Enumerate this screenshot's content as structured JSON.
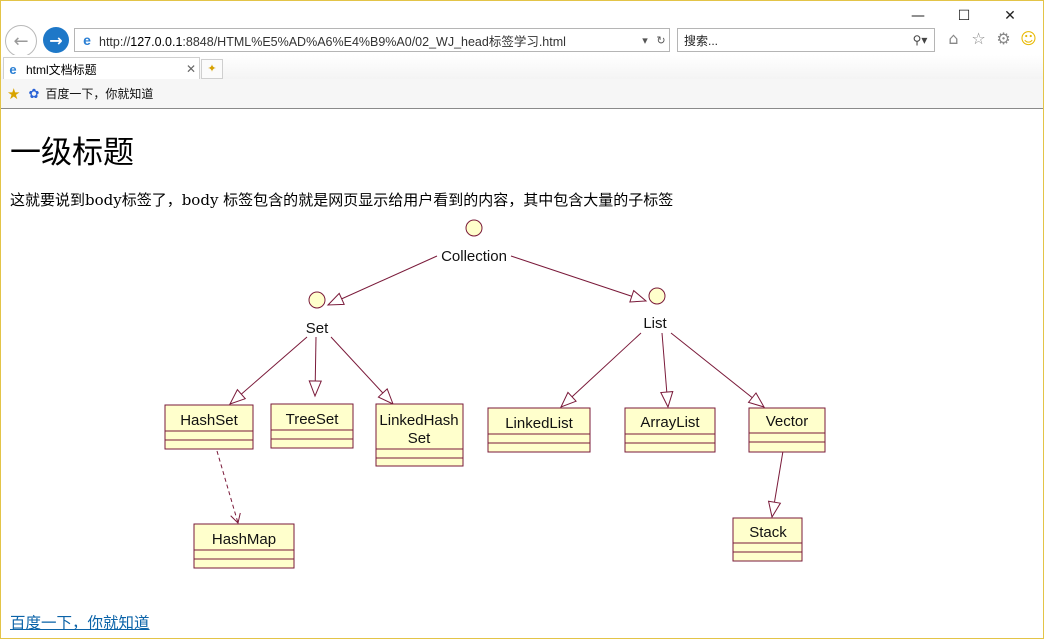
{
  "window": {
    "minimize": "—",
    "maximize": "☐",
    "close": "✕"
  },
  "address_bar": {
    "url_prefix": "http://",
    "url_host": "127.0.0.1",
    "url_rest": ":8848/HTML%E5%AD%A6%E4%B9%A0/02_WJ_head标签学习.html",
    "dropdown_glyph": "▾",
    "refresh_glyph": "↻"
  },
  "search": {
    "placeholder": "搜索...",
    "search_glyph": "⚲",
    "dropdown_glyph": "▾"
  },
  "tabs": [
    {
      "label": "html文档标题",
      "close_glyph": "✕"
    }
  ],
  "favorites": {
    "items": [
      {
        "label": "百度一下，你就知道"
      }
    ]
  },
  "page": {
    "heading": "一级标题",
    "paragraph": "这就要说到body标签了，body 标签包含的就是网页显示给用户看到的内容，其中包含大量的子标签",
    "link_text": "百度一下，你就知道"
  },
  "diagram": {
    "interfaces": {
      "collection": "Collection",
      "set": "Set",
      "list": "List"
    },
    "classes": {
      "hashset": "HashSet",
      "treeset": "TreeSet",
      "linkedhashset_line1": "LinkedHash",
      "linkedhashset_line2": "Set",
      "linkedlist": "LinkedList",
      "arraylist": "ArrayList",
      "vector": "Vector",
      "hashmap": "HashMap",
      "stack": "Stack"
    },
    "colors": {
      "box_fill": "#ffffcc",
      "line": "#7a1a3a"
    }
  }
}
